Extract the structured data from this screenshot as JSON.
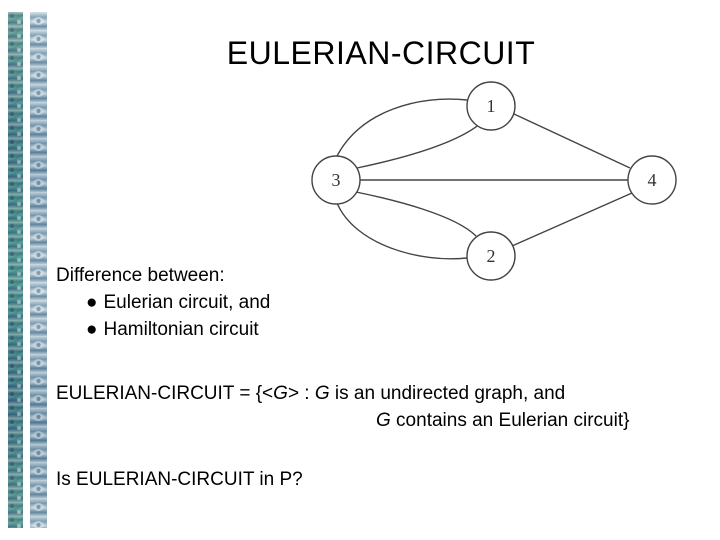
{
  "title": "EULERIAN-CIRCUIT",
  "graph": {
    "nodes": [
      {
        "id": "1",
        "label": "1"
      },
      {
        "id": "2",
        "label": "2"
      },
      {
        "id": "3",
        "label": "3"
      },
      {
        "id": "4",
        "label": "4"
      }
    ],
    "edges": [
      [
        "3",
        "1"
      ],
      [
        "3",
        "1"
      ],
      [
        "1",
        "4"
      ],
      [
        "3",
        "4"
      ],
      [
        "3",
        "2"
      ],
      [
        "3",
        "2"
      ],
      [
        "2",
        "4"
      ]
    ]
  },
  "difference": {
    "heading": "Difference between:",
    "bullet_glyph": "●",
    "items": [
      "Eulerian circuit, and",
      "Hamiltonian circuit"
    ]
  },
  "definition": {
    "prefix": "EULERIAN-CIRCUIT = {<",
    "var1": "G",
    "mid": "> : ",
    "var2": "G",
    "rest1": " is an undirected graph, and",
    "var3": "G",
    "rest2": " contains an Eulerian circuit}"
  },
  "question": "Is EULERIAN-CIRCUIT in P?"
}
